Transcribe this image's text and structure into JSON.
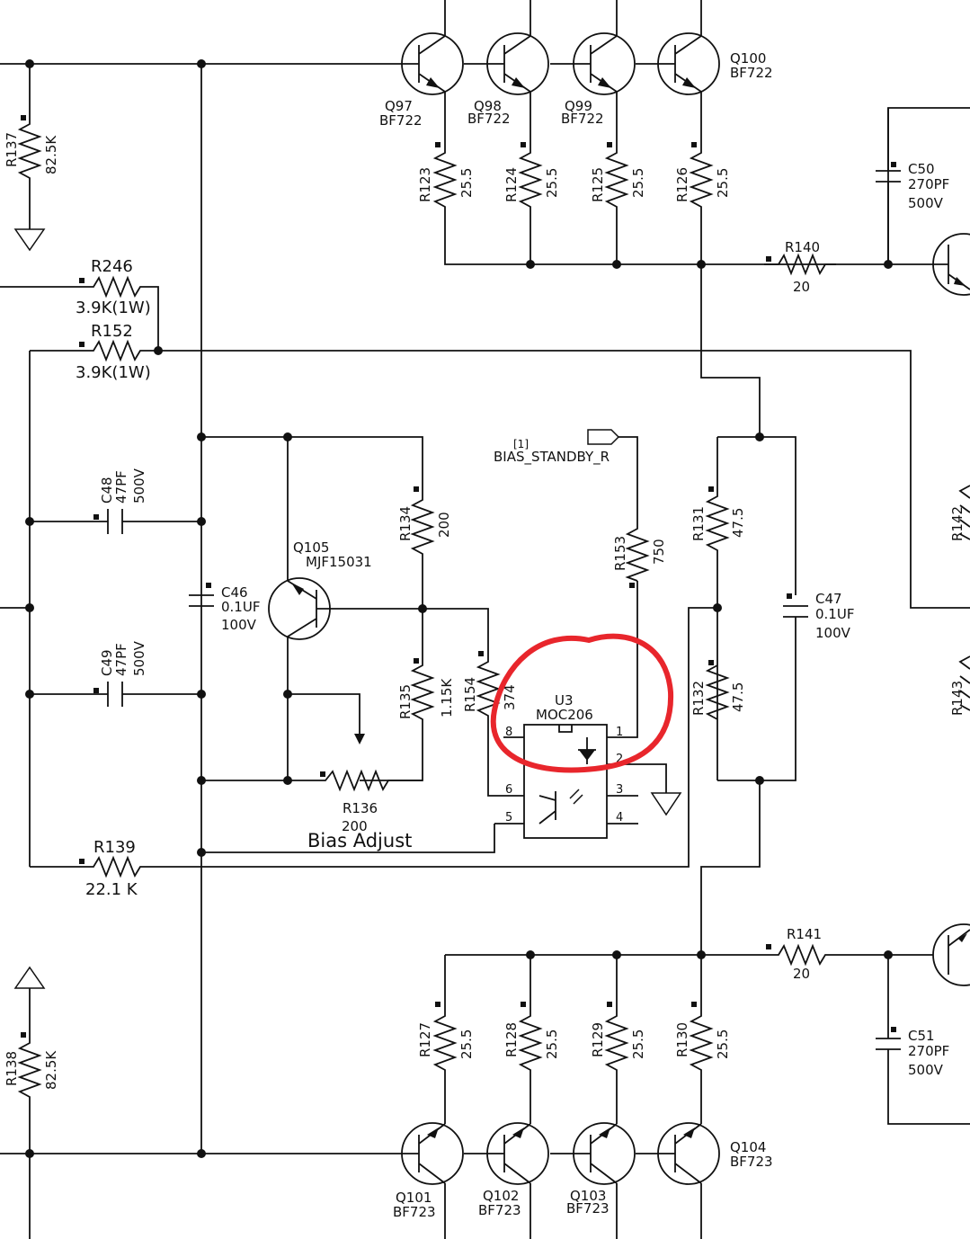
{
  "colors": {
    "ink": "#111111",
    "highlight": "#e8262c",
    "background": "#ffffff"
  },
  "transistors": {
    "q97": {
      "ref": "Q97",
      "part": "BF722"
    },
    "q98": {
      "ref": "Q98",
      "part": "BF722"
    },
    "q99": {
      "ref": "Q99",
      "part": "BF722"
    },
    "q100": {
      "ref": "Q100",
      "part": "BF722"
    },
    "q101": {
      "ref": "Q101",
      "part": "BF723"
    },
    "q102": {
      "ref": "Q102",
      "part": "BF723"
    },
    "q103": {
      "ref": "Q103",
      "part": "BF723"
    },
    "q104": {
      "ref": "Q104",
      "part": "BF723"
    },
    "q105": {
      "ref": "Q105",
      "part": "MJF15031"
    }
  },
  "resistors": {
    "r123": {
      "ref": "R123",
      "value": "25.5"
    },
    "r124": {
      "ref": "R124",
      "value": "25.5"
    },
    "r125": {
      "ref": "R125",
      "value": "25.5"
    },
    "r126": {
      "ref": "R126",
      "value": "25.5"
    },
    "r127": {
      "ref": "R127",
      "value": "25.5"
    },
    "r128": {
      "ref": "R128",
      "value": "25.5"
    },
    "r129": {
      "ref": "R129",
      "value": "25.5"
    },
    "r130": {
      "ref": "R130",
      "value": "25.5"
    },
    "r137": {
      "ref": "R137",
      "value": "82.5K"
    },
    "r138": {
      "ref": "R138",
      "value": "82.5K"
    },
    "r246": {
      "ref": "R246",
      "value": "3.9K(1W)"
    },
    "r152": {
      "ref": "R152",
      "value": "3.9K(1W)"
    },
    "r140": {
      "ref": "R140",
      "value": "20"
    },
    "r141": {
      "ref": "R141",
      "value": "20"
    },
    "r134": {
      "ref": "R134",
      "value": "200"
    },
    "r135": {
      "ref": "R135",
      "value": "1.15K"
    },
    "r136": {
      "ref": "R136",
      "value": "200"
    },
    "r154": {
      "ref": "R154",
      "value": "374"
    },
    "r153": {
      "ref": "R153",
      "value": "750"
    },
    "r131": {
      "ref": "R131",
      "value": "47.5"
    },
    "r132": {
      "ref": "R132",
      "value": "47.5"
    },
    "r139": {
      "ref": "R139",
      "value": "22.1 K"
    },
    "r142": {
      "ref": "R142"
    },
    "r143": {
      "ref": "R143"
    }
  },
  "capacitors": {
    "c46": {
      "ref": "C46",
      "value": "0.1UF",
      "voltage": "100V"
    },
    "c47": {
      "ref": "C47",
      "value": "0.1UF",
      "voltage": "100V"
    },
    "c48": {
      "ref": "C48",
      "value": "47PF",
      "voltage": "500V"
    },
    "c49": {
      "ref": "C49",
      "value": "47PF",
      "voltage": "500V"
    },
    "c50": {
      "ref": "C50",
      "value": "270PF",
      "voltage": "500V"
    },
    "c51": {
      "ref": "C51",
      "value": "270PF",
      "voltage": "500V"
    }
  },
  "opto": {
    "ref": "U3",
    "part": "MOC206",
    "pins": [
      "1",
      "2",
      "3",
      "4",
      "5",
      "6",
      "8"
    ]
  },
  "net_port": {
    "index": "[1]",
    "name": "BIAS_STANDBY_R"
  },
  "annotation": "Bias Adjust"
}
